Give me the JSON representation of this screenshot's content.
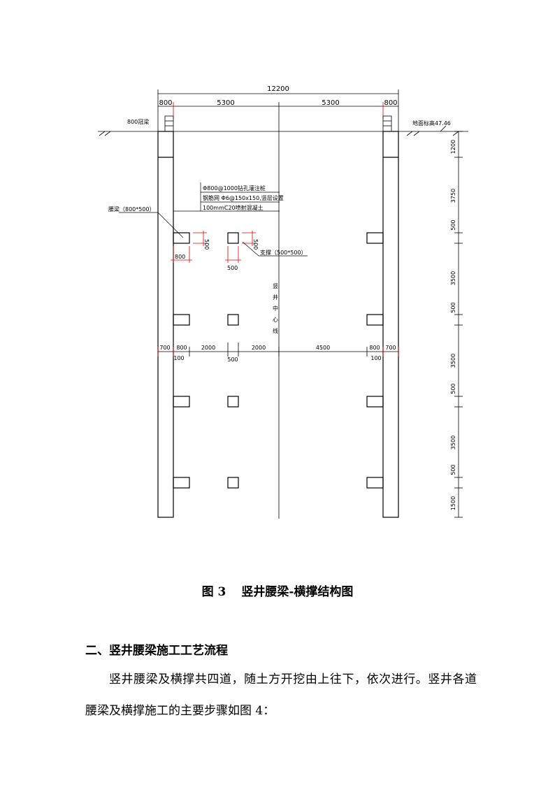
{
  "drawing": {
    "dimensions": {
      "total_width": "12200",
      "side_left": "800",
      "half_left": "5300",
      "half_right": "5300",
      "side_right": "800",
      "right_elevations": [
        "1200",
        "3750",
        "500",
        "3500",
        "500",
        "3500",
        "500",
        "3500",
        "500",
        "1500"
      ],
      "beam_width": "800",
      "beam_height": "500",
      "strut_height": "500",
      "strut_width": "500",
      "bottom_left": [
        "700",
        "800",
        "2000",
        "2000",
        "4500",
        "800",
        "700"
      ],
      "bottom_sub": [
        "100",
        "500",
        "100"
      ]
    },
    "labels": {
      "crown_beam": "800冠梁",
      "ground_elevation": "地面标高47.46",
      "pile_note_1": "Φ800@1000钻孔灌注桩",
      "pile_note_2": "钢筋网 Φ6@150x150,竖层设置",
      "pile_note_3": "100mmC20喷射混凝土",
      "waist_beam": "腰梁（800*500）",
      "strut": "支撑（500*500）",
      "centerline": [
        "竖",
        "井",
        "中",
        "心",
        "线"
      ]
    }
  },
  "caption": {
    "number": "图 3",
    "title": "竖井腰梁-横撑结构图"
  },
  "section": {
    "heading": "二、竖井腰梁施工工艺流程",
    "paragraph": "竖井腰梁及横撑共四道，随土方开挖由上往下，依次进行。竖井各道腰梁及横撑施工的主要步骤如图 4："
  }
}
